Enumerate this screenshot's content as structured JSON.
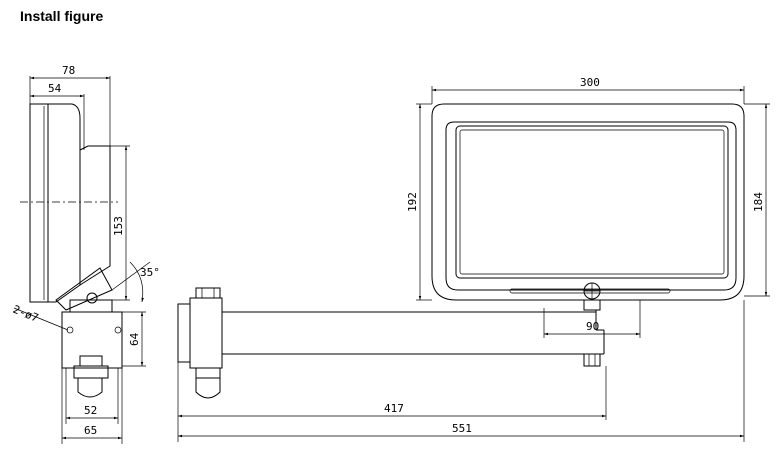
{
  "title": "Install figure",
  "dimensions": {
    "d78": "78",
    "d54": "54",
    "d153": "153",
    "d35": "35°",
    "d2phi7": "2-ø7",
    "d64": "64",
    "d52": "52",
    "d65": "65",
    "d300": "300",
    "d192": "192",
    "d184": "184",
    "d90": "90",
    "d417": "417",
    "d551": "551"
  }
}
